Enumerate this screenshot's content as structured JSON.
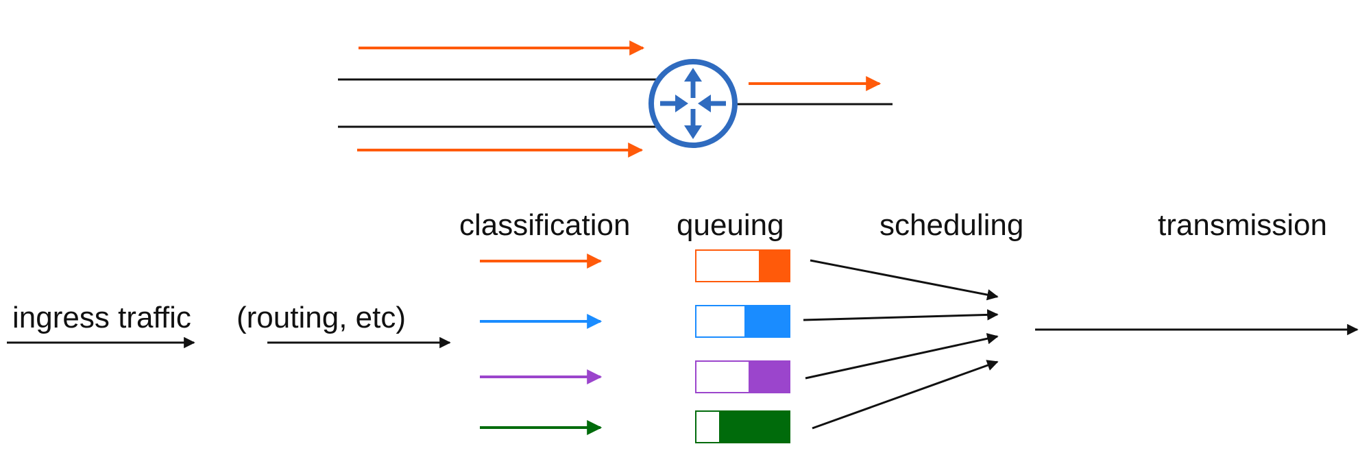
{
  "labels": {
    "classification": "classification",
    "queuing": "queuing",
    "scheduling": "scheduling",
    "transmission": "transmission",
    "ingress": "ingress traffic",
    "routing": "(routing, etc)"
  },
  "colors": {
    "orange": "#ff5a0a",
    "blue": "#1a8cff",
    "purple": "#9b45cc",
    "green": "#006b0b",
    "router": "#2f6bbf",
    "line": "#111111",
    "background": "#ffffff"
  },
  "icons": {
    "router": "router-icon"
  },
  "queues": [
    {
      "class": "orange",
      "fill_fraction": 0.33
    },
    {
      "class": "blue",
      "fill_fraction": 0.48
    },
    {
      "class": "purple",
      "fill_fraction": 0.44
    },
    {
      "class": "green",
      "fill_fraction": 0.75
    }
  ]
}
